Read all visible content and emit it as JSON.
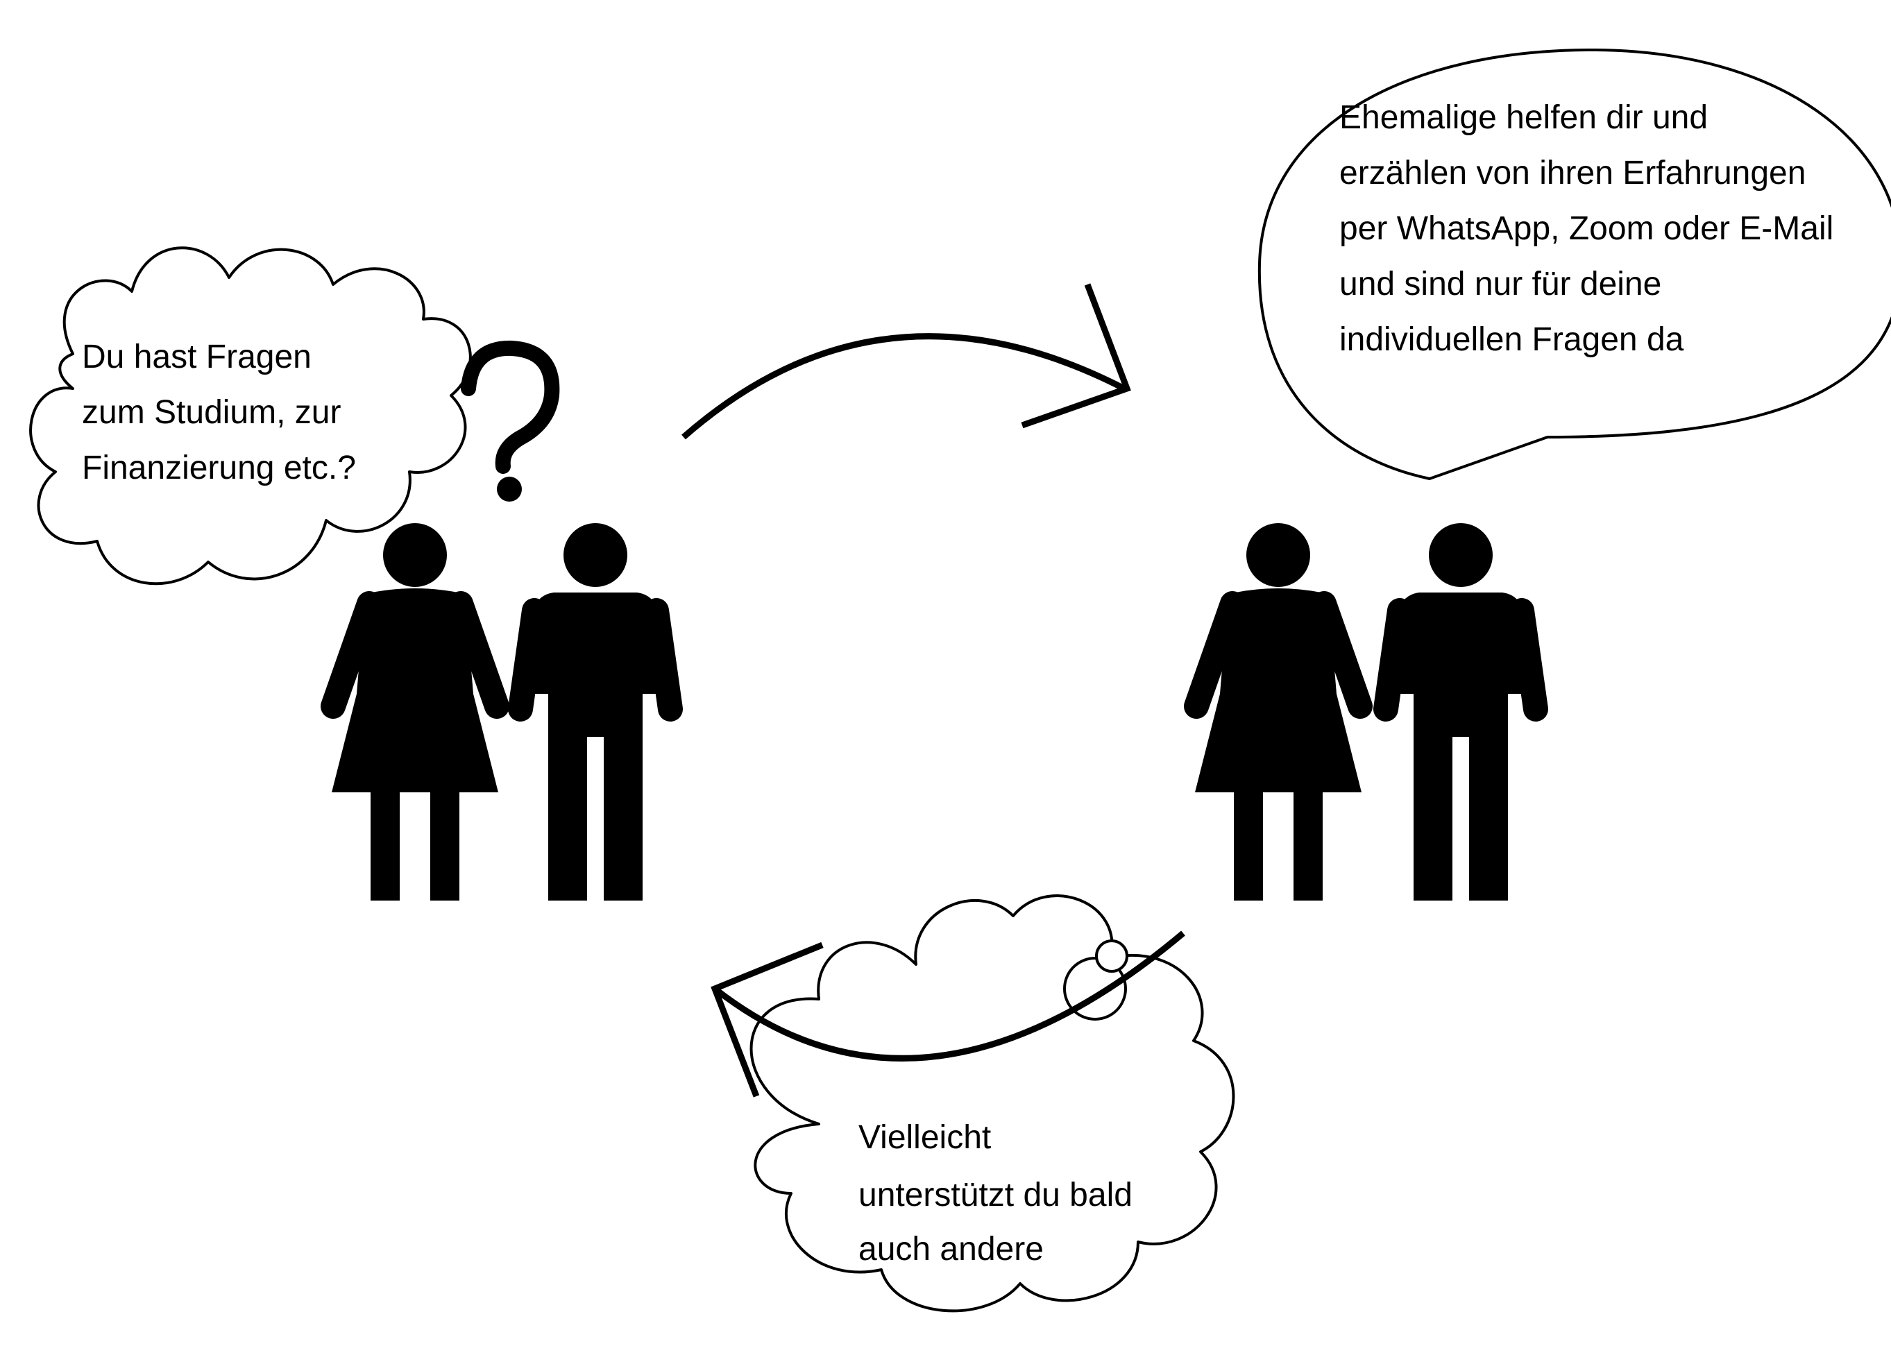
{
  "colors": {
    "ink": "#000000",
    "background": "#ffffff"
  },
  "question_cloud": {
    "icon": "thought-cloud",
    "lines": [
      "Du hast Fragen",
      "zum Studium, zur",
      "Finanzierung etc.?"
    ]
  },
  "question_mark": "?",
  "speech_bubble": {
    "icon": "speech-bubble",
    "lines": [
      "Ehemalige helfen dir und",
      "erzählen von ihren Erfahrungen",
      "per WhatsApp, Zoom oder E-Mail",
      "und sind nur für deine",
      "individuellen Fragen da"
    ]
  },
  "bottom_cloud": {
    "icon": "thought-cloud",
    "lines": [
      "Vielleicht",
      "unterstützt du bald",
      "auch andere"
    ]
  },
  "figures": {
    "left_pair": [
      "woman-icon",
      "man-icon"
    ],
    "right_pair": [
      "woman-icon",
      "man-icon"
    ]
  },
  "arrows": [
    "curved-arrow-right",
    "curved-arrow-left"
  ]
}
